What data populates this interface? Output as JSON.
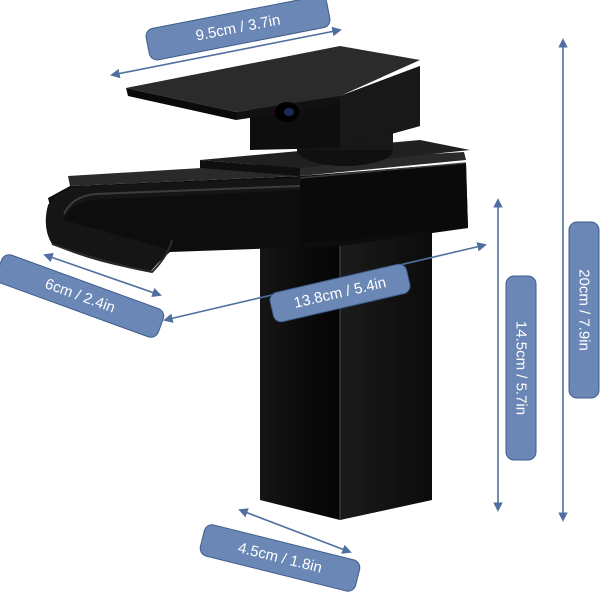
{
  "product": {
    "name_icon": "waterfall-faucet-icon",
    "finish_color": "#0d0d0d"
  },
  "dimensions": {
    "handle_width": "9.5cm / 3.7in",
    "spout_depth": "6cm / 2.4in",
    "spout_reach": "13.8cm / 5.4in",
    "body_height": "14.5cm / 5.7in",
    "total_height": "20cm / 7.9in",
    "base_width": "4.5cm / 1.8in"
  },
  "colors": {
    "label_fill": "#6a87b5",
    "label_stroke": "#3f5d8c",
    "arrow": "#4f6f9f",
    "metal_dark": "#0b0b0b",
    "metal_mid": "#1c1c1c",
    "metal_light": "#2e2e2e"
  }
}
